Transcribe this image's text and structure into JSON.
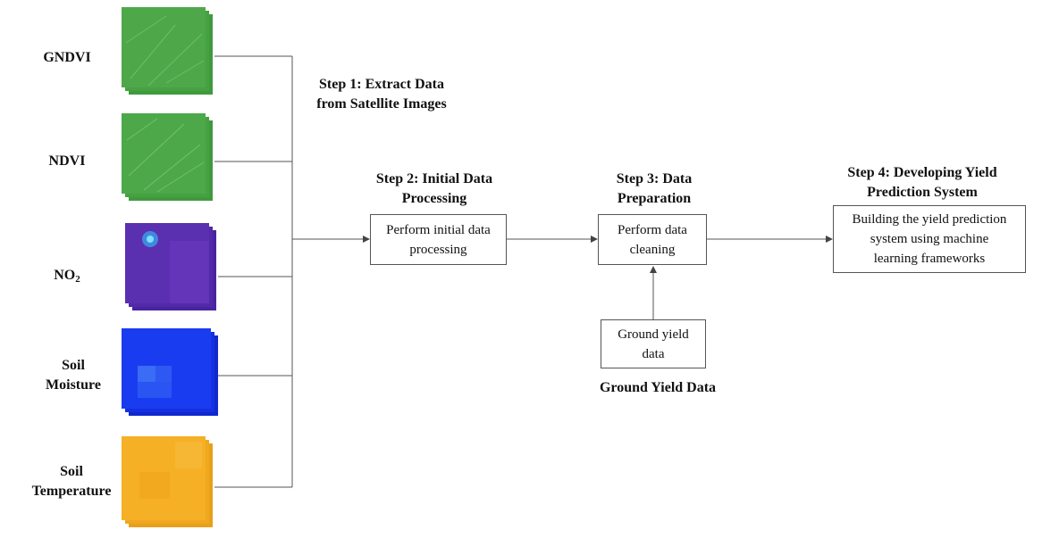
{
  "inputs": {
    "gndvi": {
      "label": "GNDVI"
    },
    "ndvi": {
      "label": "NDVI"
    },
    "no2": {
      "label_main": "NO",
      "label_sub": "2"
    },
    "soil_moisture": {
      "line1": "Soil",
      "line2": "Moisture"
    },
    "soil_temperature": {
      "line1": "Soil",
      "line2": "Temperature"
    }
  },
  "steps": {
    "step1": {
      "line1": "Step 1: Extract Data",
      "line2": "from Satellite Images"
    },
    "step2": {
      "line1": "Step 2: Initial Data",
      "line2": "Processing",
      "box_line1": "Perform initial data",
      "box_line2": "processing"
    },
    "step3": {
      "line1": "Step 3: Data",
      "line2": "Preparation",
      "box_line1": "Perform data",
      "box_line2": "cleaning"
    },
    "step4": {
      "line1": "Step 4: Developing Yield",
      "line2": "Prediction System",
      "box_line1": "Building the yield prediction",
      "box_line2": "system using machine",
      "box_line3": "learning frameworks"
    }
  },
  "ground": {
    "box_line1": "Ground yield",
    "box_line2": "data",
    "caption": "Ground Yield Data"
  },
  "colors": {
    "vegetation": "#4ea84a",
    "no2": "#5a2fb0",
    "moisture": "#1a3cf0",
    "temperature": "#f5b025",
    "line": "#444444"
  }
}
